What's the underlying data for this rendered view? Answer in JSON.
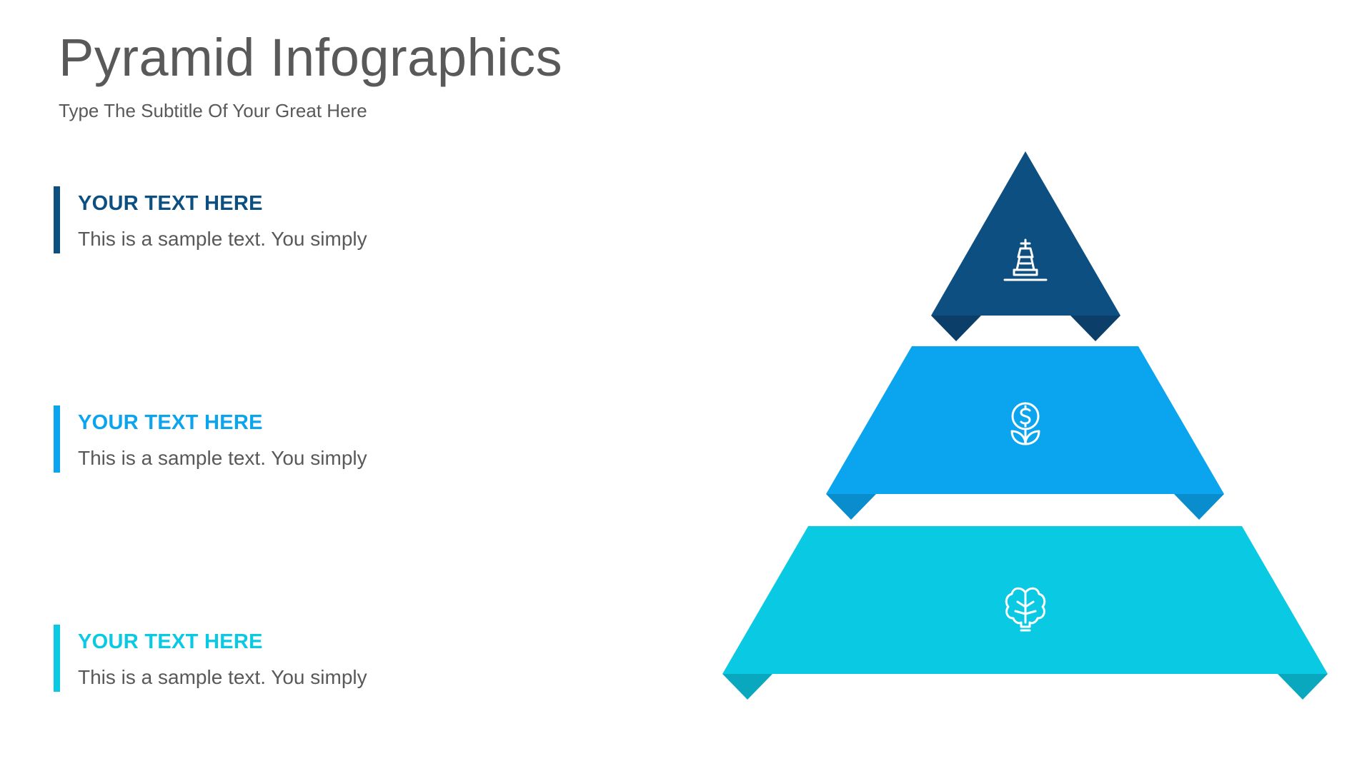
{
  "title": "Pyramid Infographics",
  "subtitle": "Type The Subtitle Of Your Great Here",
  "items": [
    {
      "heading": "YOUR TEXT HERE",
      "body": "This is a sample text. You simply",
      "color": "#0d4f80",
      "icon": "chess-king-icon"
    },
    {
      "heading": "YOUR TEXT HERE",
      "body": "This is a sample text. You simply",
      "color": "#0ba4ee",
      "icon": "dollar-plant-icon"
    },
    {
      "heading": "YOUR TEXT HERE",
      "body": "This is a sample text. You simply",
      "color": "#0ac9e3",
      "icon": "brain-bulb-icon"
    }
  ],
  "colors": {
    "tier1": "#0d4f80",
    "tier1_shadow": "#0b3f6a",
    "tier2": "#0ba4ee",
    "tier2_shadow": "#0a8dcc",
    "tier3": "#0ac9e3",
    "tier3_shadow": "#0aa8bf",
    "text": "#595959"
  }
}
